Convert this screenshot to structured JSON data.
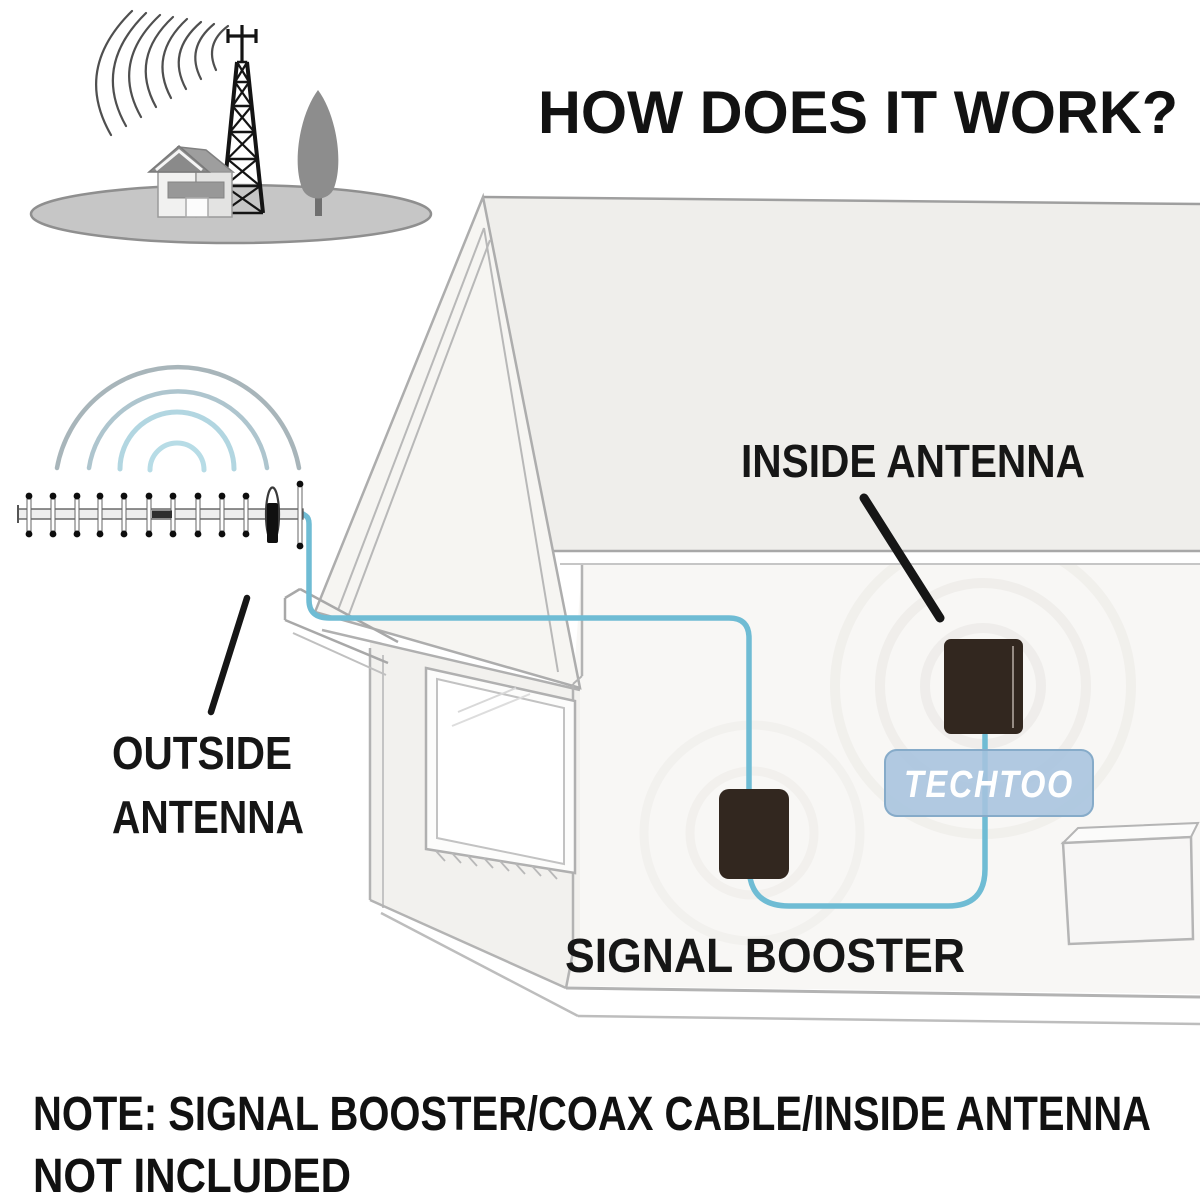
{
  "title": "HOW DOES IT WORK?",
  "labels": {
    "outside_antenna_line1": "OUTSIDE",
    "outside_antenna_line2": "ANTENNA",
    "inside_antenna": "INSIDE ANTENNA",
    "signal_booster": "SIGNAL BOOSTER",
    "brand": "TECHTOO"
  },
  "note": {
    "line1": "NOTE: SIGNAL BOOSTER/COAX CABLE/INSIDE ANTENNA",
    "line2": "NOT INCLUDED"
  },
  "colors": {
    "cable": "#6fbcd4",
    "device": "#32271f",
    "logo_bg": "#a6c3de",
    "logo_border": "#86abc9",
    "logo_text": "#ffffff",
    "ink": "#121212"
  }
}
